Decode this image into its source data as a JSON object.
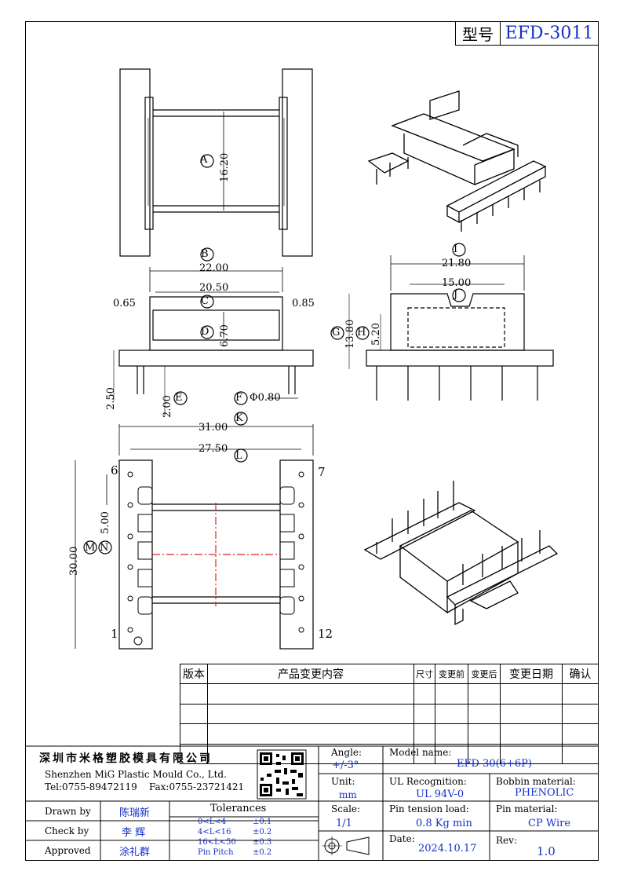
{
  "header": {
    "model_label": "型号",
    "model_value": "EFD-3011"
  },
  "dimensions": {
    "A": "A",
    "a_val": "16.20",
    "B": "B",
    "b_val": "22.00",
    "C": "C",
    "c_val": "20.50",
    "c_left": "0.65",
    "c_right": "0.85",
    "D": "D",
    "d_val": "6.70",
    "E": "E",
    "e_val": "2.00",
    "F": "F",
    "f_val": "Φ0.80",
    "h_left": "2.50",
    "G": "G",
    "g_val": "13.80",
    "H": "H",
    "h_val": "5.20",
    "I": "I",
    "i_val": "21.80",
    "J": "J",
    "j_val": "15.00",
    "K": "K",
    "k_val": "31.00",
    "L": "L",
    "l_val": "27.50",
    "M": "M",
    "m_val": "30.00",
    "N": "N",
    "n_val": "5.00",
    "pin6": "6",
    "pin7": "7",
    "pin1": "1",
    "pin12": "12"
  },
  "change_table": {
    "headers": [
      "版本",
      "产品变更内容",
      "尺寸",
      "变更前",
      "变更后",
      "变更日期",
      "确认"
    ]
  },
  "title_block": {
    "company_cn": "深圳市米格塑胶模具有限公司",
    "company_en": "Shenzhen MiG Plastic Mould Co., Ltd.",
    "tel": "Tel:0755-89472119",
    "fax": "Fax:0755-23721421",
    "angle_label": "Angle:",
    "angle_value": "+/-3°",
    "unit_label": "Unit:",
    "unit_value": "mm",
    "scale_label": "Scale:",
    "scale_value": "1/1",
    "model_name_label": "Model name:",
    "model_name_value": "EFD 30(6+6P)",
    "ul_label": "UL Recognition:",
    "ul_value": "UL 94V-0",
    "bobbin_label": "Bobbin material:",
    "bobbin_value": "PHENOLIC",
    "tension_label": "Pin tension load:",
    "tension_value": "0.8 Kg min",
    "pin_mat_label": "Pin material:",
    "pin_mat_value": "CP Wire",
    "date_label": "Date:",
    "date_value": "2024.10.17",
    "rev_label": "Rev:",
    "rev_value": "1.0",
    "drawn_label": "Drawn by",
    "drawn_value": "陈瑞新",
    "check_label": "Check by",
    "check_value": "李 辉",
    "approved_label": "Approved",
    "approved_value": "涂礼群",
    "tolerances_label": "Tolerances",
    "tol": [
      {
        "range": "0<L<4",
        "value": "±0.1"
      },
      {
        "range": "4<L<16",
        "value": "±0.2"
      },
      {
        "range": "16<L<50",
        "value": "±0.3"
      },
      {
        "range": "Pin Pitch",
        "value": "±0.2"
      }
    ]
  }
}
